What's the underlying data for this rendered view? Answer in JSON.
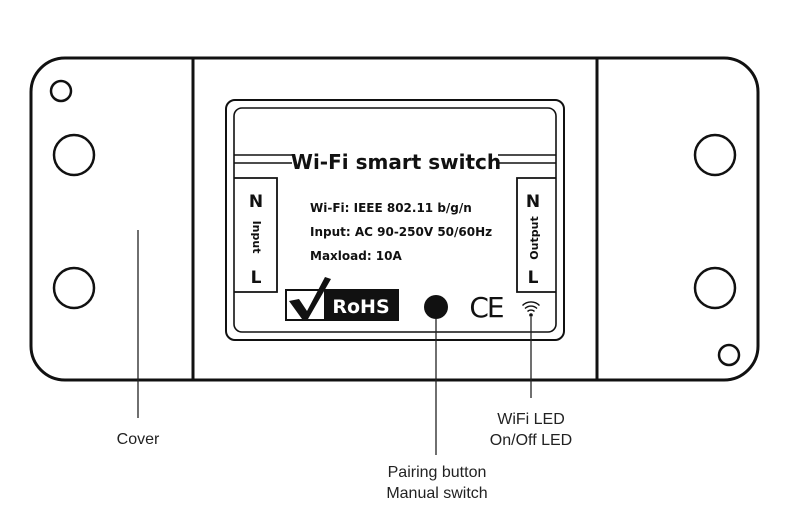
{
  "device": {
    "title": "Wi-Fi smart switch",
    "specs": {
      "wifi": "Wi-Fi: IEEE 802.11 b/g/n",
      "input": "Input: AC 90-250V 50/60Hz",
      "maxload": "Maxload: 10A"
    },
    "input_terminal": {
      "top": "N",
      "label": "Input",
      "bottom": "L"
    },
    "output_terminal": {
      "top": "N",
      "label": "Output",
      "bottom": "L"
    },
    "rohs": "RoHS",
    "ce": "CE"
  },
  "callouts": {
    "cover": "Cover",
    "pairing_line1": "Pairing button",
    "pairing_line2": "Manual switch",
    "wifi_line1": "WiFi LED",
    "wifi_line2": "On/Off LED"
  }
}
